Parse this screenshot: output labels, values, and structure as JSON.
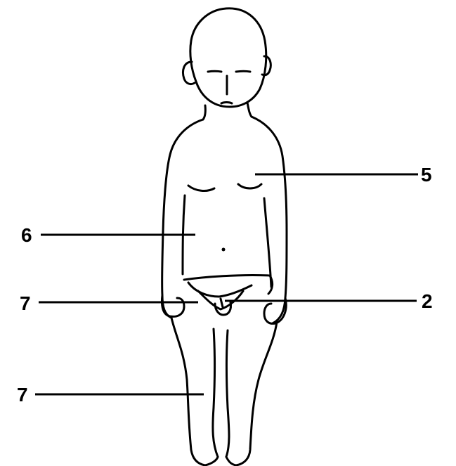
{
  "figure": {
    "callouts": [
      {
        "id": "callout-5-chest",
        "label": "5"
      },
      {
        "id": "callout-6-abdomen",
        "label": "6"
      },
      {
        "id": "callout-7-groin",
        "label": "7"
      },
      {
        "id": "callout-2-genitals",
        "label": "2"
      },
      {
        "id": "callout-7-thigh",
        "label": "7"
      }
    ]
  }
}
